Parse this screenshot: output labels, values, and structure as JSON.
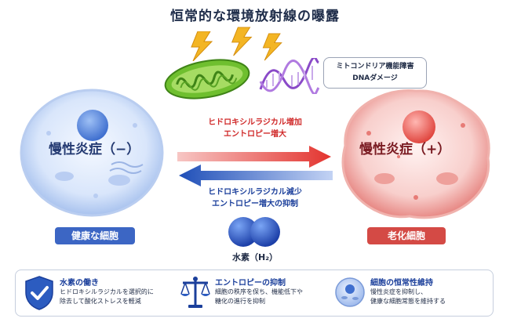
{
  "title": "恒常的な環境放射線の曝露",
  "callout": {
    "line1": "ミトコンドリア機能障害",
    "line2": "DNAダメージ"
  },
  "left_cell": {
    "title": "慢性炎症（−）",
    "label": "健康な細胞"
  },
  "right_cell": {
    "title": "慢性炎症（+）",
    "label": "老化細胞"
  },
  "arrow_forward": {
    "line1": "ヒドロキシルラジカル増加",
    "line2": "エントロピー増大"
  },
  "arrow_back": {
    "line1": "ヒドロキシルラジカル減少",
    "line2": "エントロピー増大の抑制"
  },
  "hydrogen": {
    "label": "水素（H₂）"
  },
  "features": [
    {
      "title": "水素の働き",
      "desc1": "ヒドロキシルラジカルを選択的に",
      "desc2": "除去して酸化ストレスを軽減"
    },
    {
      "title": "エントロピーの抑制",
      "desc1": "細胞の秩序を保ち、機能低下や",
      "desc2": "糖化の進行を抑制"
    },
    {
      "title": "細胞の恒常性維持",
      "desc1": "慢性炎症を抑制し、",
      "desc2": "健康な細胞常態を維持する"
    }
  ],
  "colors": {
    "accent_red": "#d44a45",
    "accent_blue": "#3c66c4",
    "dark_blue": "#1b3f9b"
  }
}
